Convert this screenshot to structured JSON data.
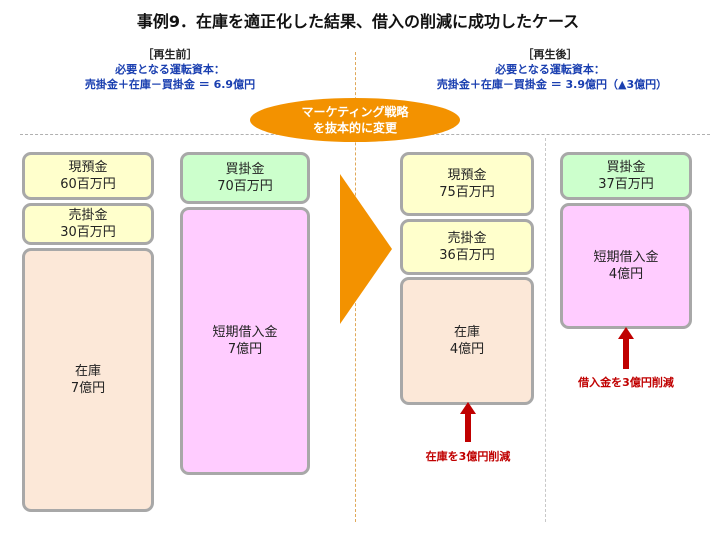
{
  "title": "事例9．在庫を適正化した結果、借入の削減に成功したケース",
  "before": {
    "label": "［再生前］",
    "capital_line1": "必要となる運転資本：",
    "capital_line2": "売掛金＋在庫－買掛金 ＝ 6.9億円",
    "assets": [
      {
        "name": "現預金",
        "value": "60百万円"
      },
      {
        "name": "売掛金",
        "value": "30百万円"
      },
      {
        "name": "在庫",
        "value": "7億円"
      }
    ],
    "liabilities": [
      {
        "name": "買掛金",
        "value": "70百万円"
      },
      {
        "name": "短期借入金",
        "value": "7億円"
      }
    ]
  },
  "banner": {
    "line1": "マーケティング戦略",
    "line2": "を抜本的に変更"
  },
  "after": {
    "label": "［再生後］",
    "capital_line1": "必要となる運転資本：",
    "capital_line2": "売掛金＋在庫－買掛金 ＝ 3.9億円（▲3億円）",
    "assets": [
      {
        "name": "現預金",
        "value": "75百万円"
      },
      {
        "name": "売掛金",
        "value": "36百万円"
      },
      {
        "name": "在庫",
        "value": "4億円"
      }
    ],
    "liabilities": [
      {
        "name": "買掛金",
        "value": "37百万円"
      },
      {
        "name": "短期借入金",
        "value": "4億円"
      }
    ],
    "inventory_note": "在庫を3億円削減",
    "loan_note": "借入金を3億円削減"
  },
  "colors": {
    "cash": "#ffffcc",
    "payables": "#ccffcc",
    "inventory": "#fce8d8",
    "loan": "#ffccff",
    "arrow_orange": "#f39200",
    "reduce_red": "#c00000",
    "capital_blue": "#1a3fb0"
  }
}
